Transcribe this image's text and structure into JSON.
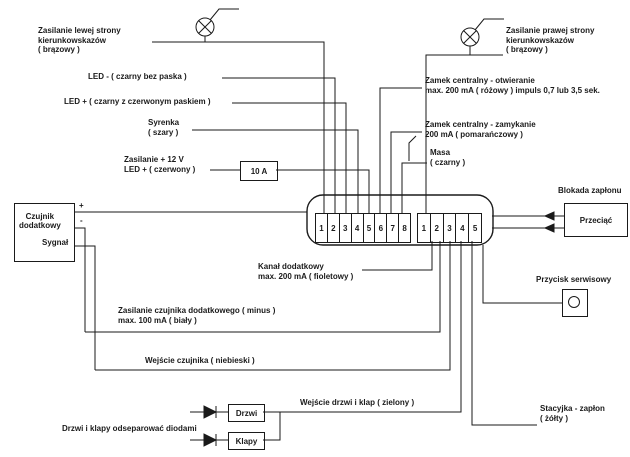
{
  "labels": {
    "left_turn": "Zasilanie lewej strony\nkierunkowskazów\n( brązowy )",
    "right_turn": "Zasilanie prawej strony\nkierunkowskazów\n( brązowy )",
    "led_minus": "LED  - ( czarny bez paska )",
    "led_plus": "LED + ( czarny z czerwonym paskiem )",
    "syrenka": "Syrenka\n( szary )",
    "zasilanie_12v": "Zasilanie  + 12 V\nLED + ( czerwony )",
    "zamek_otwieranie": "Zamek centralny - otwieranie\nmax. 200 mA ( różowy ) impuls 0,7 lub 3,5 sek.",
    "zamek_zamykanie": "Zamek centralny - zamykanie\n200 mA ( pomarańczowy )",
    "masa": "Masa\n( czarny )",
    "blokada_zaplonu": "Blokada zapłonu",
    "przycisk_serwisowy": "Przycisk serwisowy",
    "kanal_dodatkowy": "Kanał dodatkowy\nmax. 200 mA ( fioletowy )",
    "zasilanie_czujnika": "Zasilanie czujnika dodatkowego ( minus )\nmax. 100 mA ( biały )",
    "wejscie_czujnika": "Wejście czujnika ( niebieski )",
    "wejscie_drzwi": "Wejście  drzwi i klap ( zielony )",
    "stacyjka": "Stacyjka - zapłon\n( żółty )",
    "drzwi_diody": "Drzwi i klapy odseparować diodami",
    "plus": "+",
    "minus": "-",
    "sygnal": "Sygnał"
  },
  "boxes": {
    "fuse": "10 A",
    "przeciac": "Przeciąć",
    "czujnik": "Czujnik\ndodatkowy",
    "drzwi": "Drzwi",
    "klapy": "Klapy"
  },
  "connector": {
    "strip1": [
      "1",
      "2",
      "3",
      "4",
      "5",
      "6",
      "7",
      "8"
    ],
    "strip2": [
      "1",
      "2",
      "3",
      "4",
      "5"
    ]
  },
  "colors": {
    "line": "#1a1a1a",
    "background": "#ffffff"
  }
}
